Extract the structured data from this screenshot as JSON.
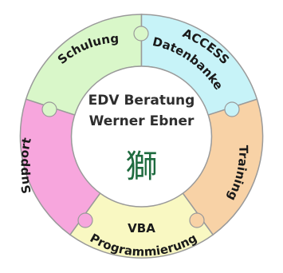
{
  "center": {
    "line1": "EDV Beratung",
    "line2": "Werner Ebner",
    "glyph": "獅"
  },
  "segments": [
    {
      "id": "schulung",
      "lines": [
        "Schulung"
      ],
      "color": "#d9f7c9"
    },
    {
      "id": "access",
      "lines": [
        "ACCESS",
        "Datenbanken"
      ],
      "color": "#c7f3f8"
    },
    {
      "id": "training",
      "lines": [
        "Training"
      ],
      "color": "#f8d2a6"
    },
    {
      "id": "vba",
      "lines": [
        "VBA",
        "Programmierung"
      ],
      "color": "#f9f8c2"
    },
    {
      "id": "support",
      "lines": [
        "Support"
      ],
      "color": "#f7a6dd"
    }
  ],
  "colors": {
    "ring_stroke": "#9a9a9a",
    "center_bg": "#ffffff",
    "glyph": "#1f6b3f"
  }
}
